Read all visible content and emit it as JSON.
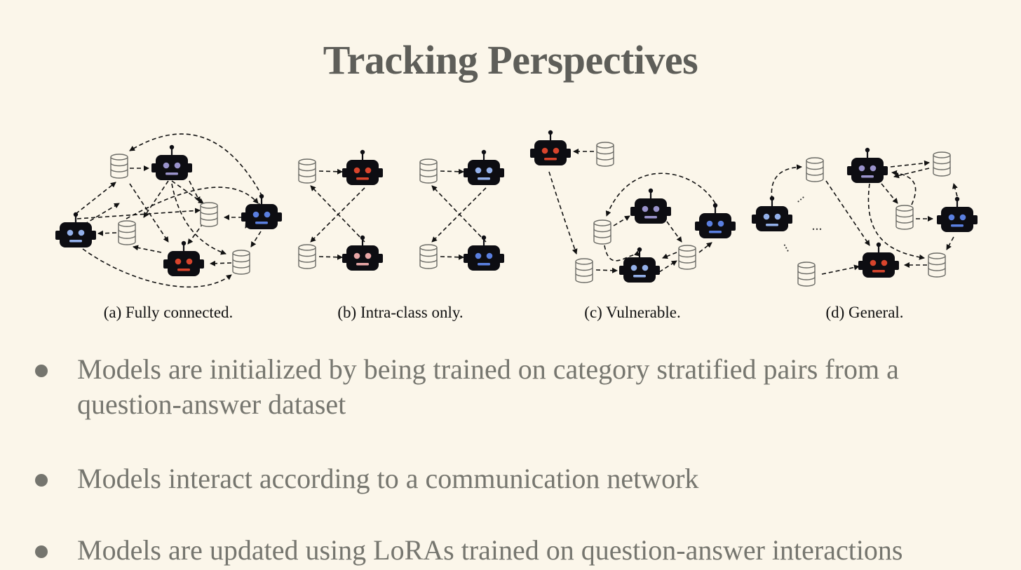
{
  "slide": {
    "title": "Tracking Perspectives"
  },
  "figure": {
    "panels": [
      {
        "caption": "(a) Fully connected."
      },
      {
        "caption": "(b) Intra-class only."
      },
      {
        "caption": "(c) Vulnerable."
      },
      {
        "caption": "(d) General."
      }
    ],
    "ellipsis": "..."
  },
  "bullets": [
    {
      "text": "Models are initialized by being trained on category stratified pairs from a question-answer dataset"
    },
    {
      "text": "Models interact according to a communication network"
    },
    {
      "text": "Models are updated using LoRAs trained on question-answer interactions"
    }
  ],
  "colors": {
    "background": "#fbf6ea",
    "robot_body": "#0d0d12",
    "robot_purple": "#9a93cc",
    "robot_red": "#d8442c",
    "robot_blue": "#5a7fe0",
    "robot_lightblue": "#93b0ea",
    "robot_pink": "#e8a6a6",
    "database_stroke": "#6b6b66"
  }
}
